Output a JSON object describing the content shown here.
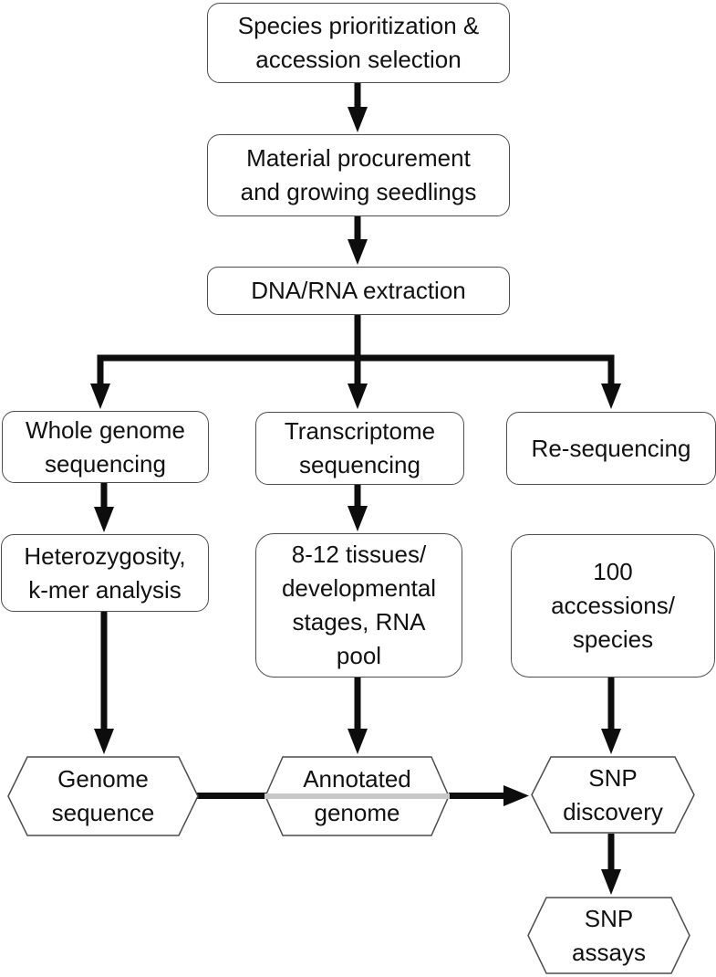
{
  "figure": {
    "type": "flowchart",
    "description": "Genomics workflow from species prioritization to SNP assays"
  },
  "colors": {
    "background": "#ffffff",
    "node_fill": "#ffffff",
    "node_border": "#4d4d4d",
    "arrow": "#0d0d0d",
    "text": "#111111",
    "annotated_genome_stripe": "#c8c8c8"
  },
  "nodes": {
    "species_prioritization": {
      "label": "Species prioritization &\naccession selection",
      "shape": "rounded-rect"
    },
    "material_procurement": {
      "label": "Material procurement\nand growing seedlings",
      "shape": "rounded-rect"
    },
    "dna_rna_extraction": {
      "label": "DNA/RNA extraction",
      "shape": "rounded-rect"
    },
    "whole_genome_sequencing": {
      "label": "Whole genome\nsequencing",
      "shape": "rounded-rect"
    },
    "transcriptome_sequencing": {
      "label": "Transcriptome\nsequencing",
      "shape": "rounded-rect"
    },
    "re_sequencing": {
      "label": "Re-sequencing",
      "shape": "rounded-rect"
    },
    "heterozygosity_kmer": {
      "label": "Heterozygosity,\nk-mer analysis",
      "shape": "rounded-rect"
    },
    "tissues_rna_pool": {
      "label": "8-12 tissues/\ndevelopmental\nstages, RNA\npool",
      "shape": "rounded-rect"
    },
    "accessions_species": {
      "label": "100\naccessions/\nspecies",
      "shape": "rounded-rect"
    },
    "genome_sequence": {
      "label": "Genome\nsequence",
      "shape": "hexagon"
    },
    "annotated_genome": {
      "label": "Annotated\ngenome",
      "shape": "hexagon"
    },
    "snp_discovery": {
      "label": "SNP\ndiscovery",
      "shape": "hexagon"
    },
    "snp_assays": {
      "label": "SNP\nassays",
      "shape": "hexagon"
    }
  },
  "edges": [
    {
      "from": "species_prioritization",
      "to": "material_procurement",
      "type": "arrow"
    },
    {
      "from": "material_procurement",
      "to": "dna_rna_extraction",
      "type": "arrow"
    },
    {
      "from": "dna_rna_extraction",
      "to": "whole_genome_sequencing",
      "type": "arrow-branch"
    },
    {
      "from": "dna_rna_extraction",
      "to": "transcriptome_sequencing",
      "type": "arrow-branch"
    },
    {
      "from": "dna_rna_extraction",
      "to": "re_sequencing",
      "type": "arrow-branch"
    },
    {
      "from": "whole_genome_sequencing",
      "to": "heterozygosity_kmer",
      "type": "arrow"
    },
    {
      "from": "heterozygosity_kmer",
      "to": "genome_sequence",
      "type": "arrow"
    },
    {
      "from": "transcriptome_sequencing",
      "to": "tissues_rna_pool",
      "type": "arrow"
    },
    {
      "from": "tissues_rna_pool",
      "to": "annotated_genome",
      "type": "arrow"
    },
    {
      "from": "accessions_species",
      "to": "snp_discovery",
      "type": "arrow"
    },
    {
      "from": "genome_sequence",
      "to": "annotated_genome",
      "type": "line"
    },
    {
      "from": "annotated_genome",
      "to": "snp_discovery",
      "type": "arrow-gray-through-hexagon"
    },
    {
      "from": "snp_discovery",
      "to": "snp_assays",
      "type": "arrow"
    }
  ]
}
